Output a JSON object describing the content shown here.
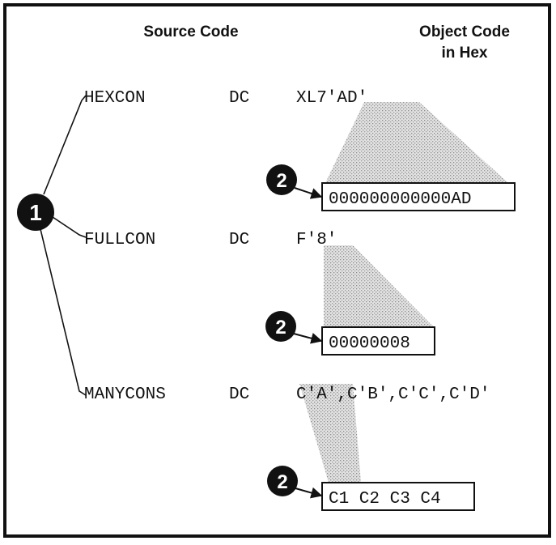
{
  "header": {
    "source_title": "Source Code",
    "object_title_line1": "Object Code",
    "object_title_line2": "in Hex"
  },
  "callouts": {
    "main": "1",
    "result": "2"
  },
  "statements": [
    {
      "label": "HEXCON",
      "op": "DC",
      "operand": "XL7'AD'",
      "result": "000000000000AD"
    },
    {
      "label": "FULLCON",
      "op": "DC",
      "operand": "F'8'",
      "result": "00000008"
    },
    {
      "label": "MANYCONS",
      "op": "DC",
      "operand": "C'A',C'B',C'C',C'D'",
      "result": "C1 C2 C3 C4"
    }
  ],
  "colors": {
    "frame": "#111111",
    "callout_fill": "#111111",
    "shade": "#c8c8c8"
  }
}
